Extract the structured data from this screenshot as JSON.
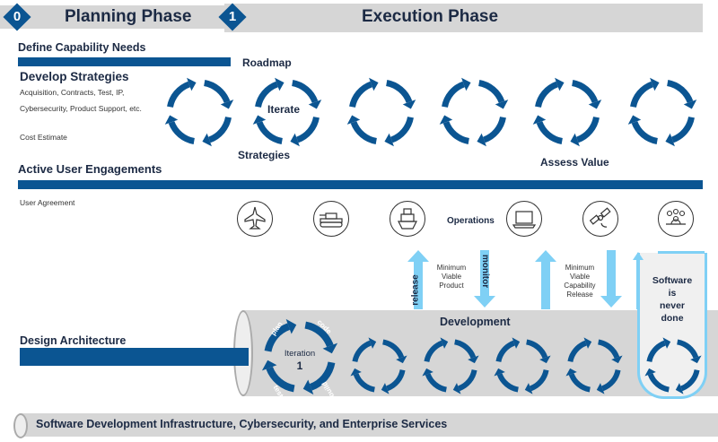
{
  "phases": {
    "planning": {
      "number": "0",
      "title": "Planning Phase"
    },
    "execution": {
      "number": "1",
      "title": "Execution Phase"
    }
  },
  "planning": {
    "define_needs": "Define Capability Needs",
    "develop_strategies": "Develop Strategies",
    "strategies_detail_1": "Acquisition, Contracts, Test, IP,",
    "strategies_detail_2": "Cybersecurity, Product Support, etc.",
    "cost_estimate": "Cost Estimate",
    "active_user": "Active User Engagements",
    "user_agreement": "User Agreement",
    "design_architecture": "Design Architecture"
  },
  "cycle_labels": {
    "roadmap": "Roadmap",
    "iterate": "Iterate",
    "strategies": "Strategies",
    "assess_value": "Assess Value"
  },
  "operations": {
    "label": "Operations",
    "icons": [
      "fighter-jet-icon",
      "tank-icon",
      "ship-icon",
      "laptop-icon",
      "satellite-icon",
      "team-meeting-icon"
    ],
    "release": "release",
    "monitor": "monitor",
    "mvp": [
      "Minimum",
      "Viable",
      "Product"
    ],
    "mvcr": [
      "Minimum",
      "Viable",
      "Capability",
      "Release"
    ],
    "never_done": [
      "Software",
      "is",
      "never",
      "done"
    ]
  },
  "development": {
    "label": "Development",
    "iteration_label": "Iteration",
    "iteration_number": "1",
    "steps": [
      "plan",
      "code",
      "build",
      "test"
    ]
  },
  "footer": {
    "infrastructure": "Software Development Infrastructure, Cybersecurity, and Enterprise Services"
  },
  "colors": {
    "accent_blue": "#0b5592",
    "light_blue": "#7fd0f5",
    "bar_gray": "#d6d6d6",
    "text_dark": "#1c2a44"
  }
}
